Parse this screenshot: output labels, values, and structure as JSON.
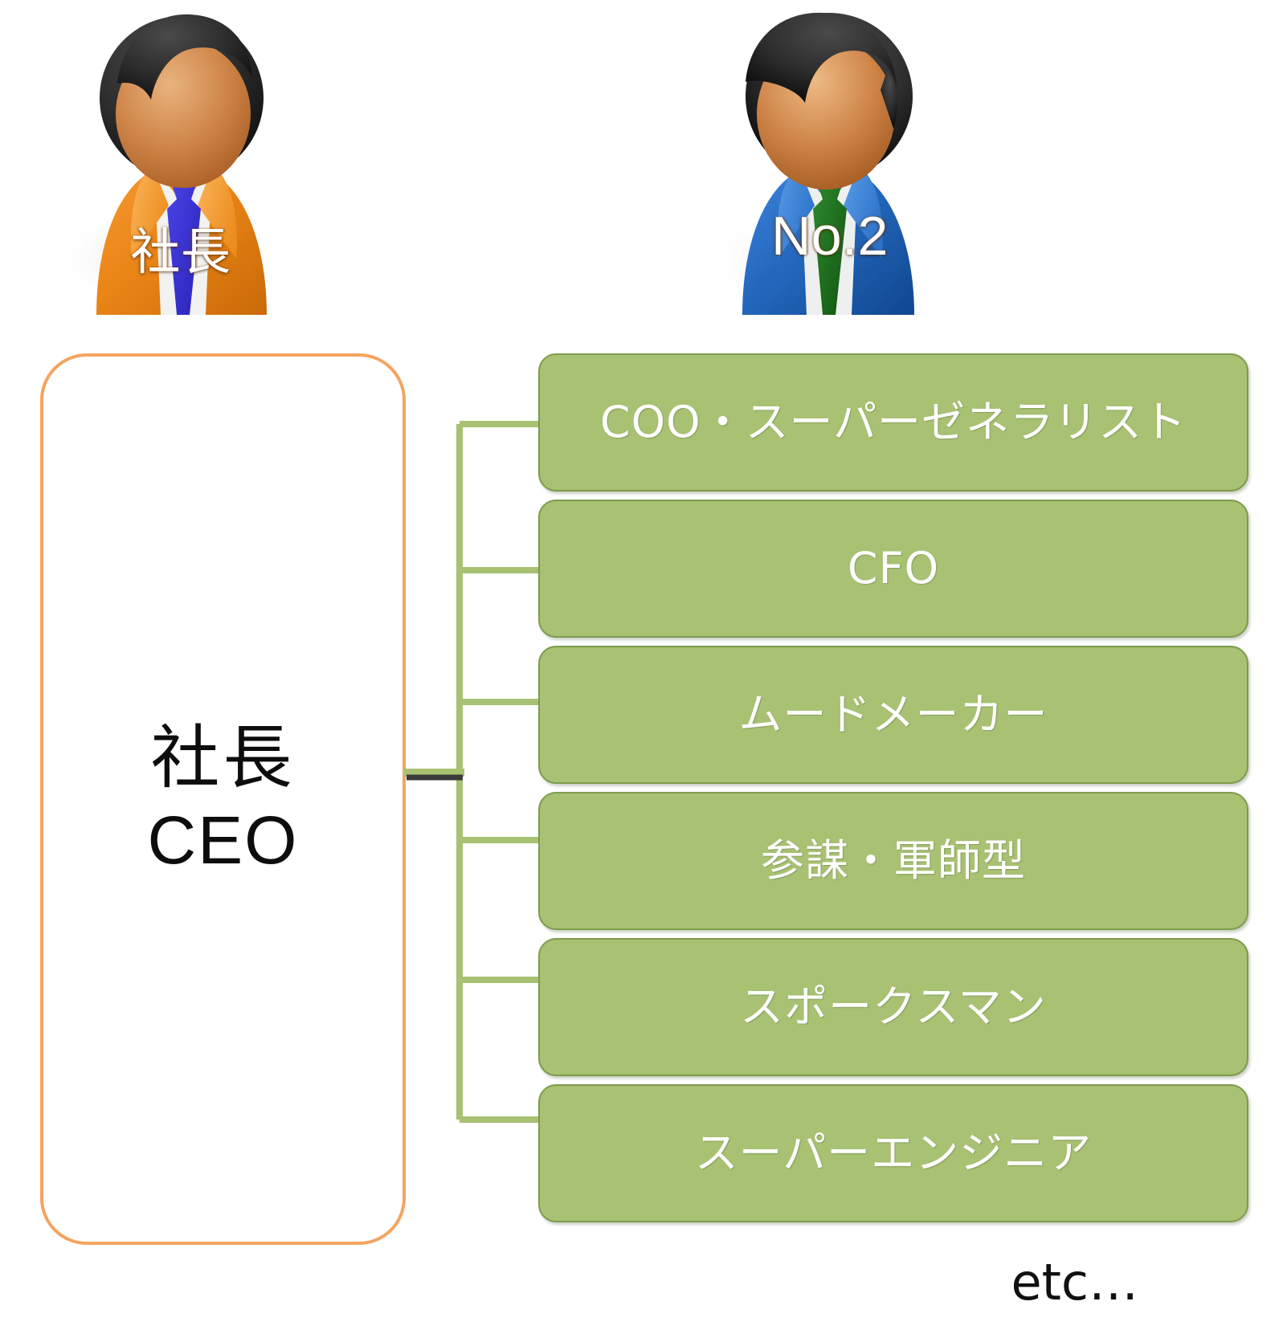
{
  "figure": {
    "title_ceo_avatar": "社長",
    "title_no2_avatar": "No.2"
  },
  "ceo_card": {
    "line1": "社長",
    "line2": "CEO"
  },
  "roles": [
    {
      "label": "COO・スーパーゼネラリスト"
    },
    {
      "label": "CFO"
    },
    {
      "label": "ムードメーカー"
    },
    {
      "label": "参謀・軍師型"
    },
    {
      "label": "スポークスマン"
    },
    {
      "label": "スーパーエンジニア"
    }
  ],
  "footnote": {
    "text": "etc…"
  },
  "colors": {
    "role_fill": "#A8C172",
    "role_border": "#7E9B4D",
    "ceo_border": "#F4A460",
    "connector_green": "#A8C172",
    "connector_dark": "#3A3A3A",
    "suit_ceo": "#E8821A",
    "suit_no2": "#2D6FC4",
    "tie_ceo": "#3A32D8",
    "tie_no2": "#1B6B1B",
    "hair": "#2B2B2B",
    "skin": "#C97B3F"
  },
  "avatar_icons": {
    "ceo": "person-orange-suit-icon",
    "no2": "person-blue-suit-icon"
  }
}
